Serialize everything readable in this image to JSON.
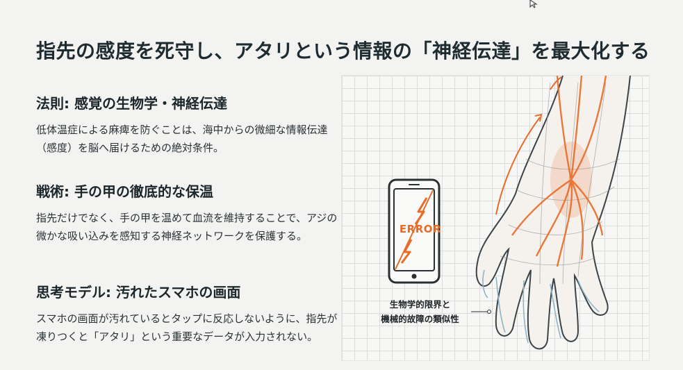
{
  "title": "指先の感度を死守し、アタリという情報の「神経伝達」を最大化する",
  "sections": [
    {
      "heading": "法則: 感覚の生物学・神経伝達",
      "body": "低体温症による麻痺を防ぐことは、海中からの微細な情報伝達（感度）を脳へ届けるための絶対条件。"
    },
    {
      "heading": "戦術: 手の甲の徹底的な保温",
      "body": "指先だけでなく、手の甲を温めて血流を維持することで、アジの微かな吸い込みを感知する神経ネットワークを保護する。"
    },
    {
      "heading": "思考モデル: 汚れたスマホの画面",
      "body": "スマホの画面が汚れているとタップに反応しないように、指先が凍りつくと「アタリ」という重要なデータが入力されない。"
    }
  ],
  "illustration": {
    "phone_screen_text": "ERROR",
    "callout_line1": "生物学的限界と",
    "callout_line2": "機械的故障の類似性",
    "icons": [
      "smartphone-icon",
      "lightning-bolt-icon",
      "hand-nerve-illustration",
      "arrow-up-icon"
    ]
  },
  "colors": {
    "accent": "#e86b27",
    "nerve_blue": "#8fb3c6",
    "text": "#1e2b30",
    "background": "#f3f3f1"
  }
}
